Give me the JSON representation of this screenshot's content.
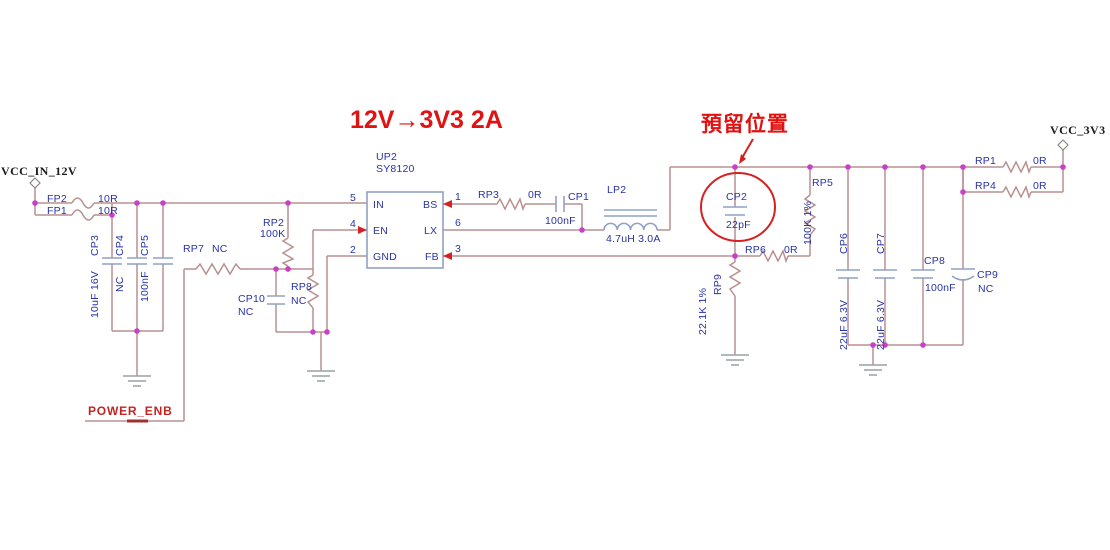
{
  "title": {
    "text": "12V→3V3 2A"
  },
  "annotation": {
    "reserved_label": "預留位置"
  },
  "nets": {
    "vin": "VCC_IN_12V",
    "vout": "VCC_3V3",
    "enable": "POWER_ENB"
  },
  "ic": {
    "ref": "UP2",
    "part": "SY8120",
    "pins": {
      "in": {
        "num": "5",
        "name": "IN"
      },
      "en": {
        "num": "4",
        "name": "EN"
      },
      "gnd": {
        "num": "2",
        "name": "GND"
      },
      "bs": {
        "num": "1",
        "name": "BS"
      },
      "lx": {
        "num": "6",
        "name": "LX"
      },
      "fb": {
        "num": "3",
        "name": "FB"
      }
    }
  },
  "components": {
    "fp2": {
      "ref": "FP2",
      "value": "10R"
    },
    "fp1": {
      "ref": "FP1",
      "value": "10R"
    },
    "cp3": {
      "ref": "CP3",
      "value": "10uF 16V"
    },
    "cp4": {
      "ref": "CP4",
      "value": "NC"
    },
    "cp5": {
      "ref": "CP5",
      "value": "100nF"
    },
    "rp7": {
      "ref": "RP7",
      "value": "NC"
    },
    "rp2": {
      "ref": "RP2",
      "value": "100K"
    },
    "cp10": {
      "ref": "CP10",
      "value": "NC"
    },
    "rp8": {
      "ref": "RP8",
      "value": "NC"
    },
    "rp3": {
      "ref": "RP3",
      "value": "0R"
    },
    "cp1": {
      "ref": "CP1",
      "value": "100nF"
    },
    "lp2": {
      "ref": "LP2",
      "value": "4.7uH 3.0A"
    },
    "cp2": {
      "ref": "CP2",
      "value": "22pF"
    },
    "rp5": {
      "ref": "RP5",
      "value": "100K 1%"
    },
    "rp6": {
      "ref": "RP6",
      "value": "0R"
    },
    "rp9": {
      "ref": "RP9",
      "value": "22.1K 1%"
    },
    "cp6": {
      "ref": "CP6",
      "value": "22uF 6.3V"
    },
    "cp7": {
      "ref": "CP7",
      "value": "22uF 6.3V"
    },
    "cp8": {
      "ref": "CP8",
      "value": "100nF"
    },
    "cp9": {
      "ref": "CP9",
      "value": "NC"
    },
    "rp1": {
      "ref": "RP1",
      "value": "0R"
    },
    "rp4": {
      "ref": "RP4",
      "value": "0R"
    }
  },
  "colors": {
    "wire": "#b89090",
    "symbol": "#8fa2c4",
    "label_text": "#2833a6",
    "junction": "#c83fc8",
    "highlight_red": "#e01212",
    "net_text": "#1a1a1a",
    "ground": "#9aa0a8"
  }
}
